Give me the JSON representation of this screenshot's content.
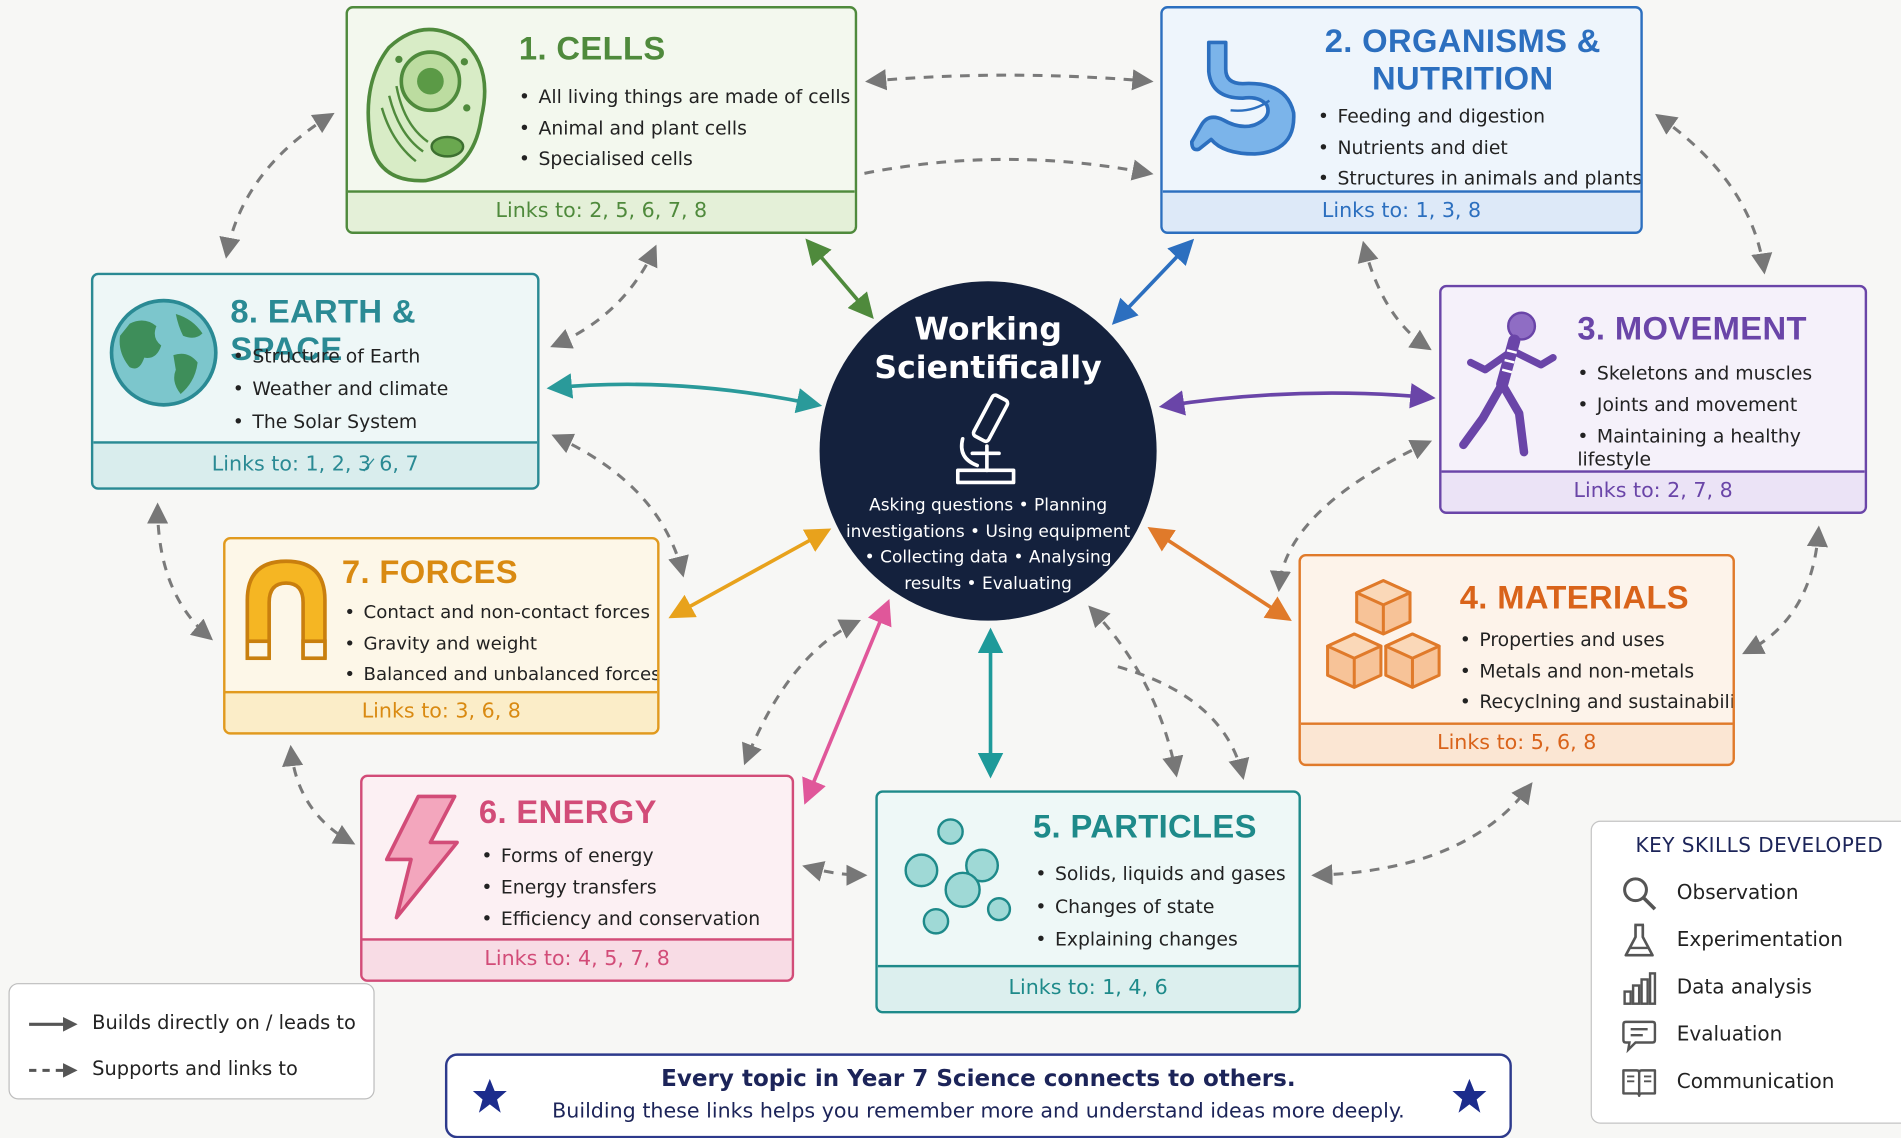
{
  "hub": {
    "title": "Working\nScientifically",
    "description": "Asking questions • Planning investigations • Using equipment • Collecting data • Analysing results • Evaluating",
    "icon": "microscope-icon"
  },
  "topics": [
    {
      "id": "cells",
      "title": "1. CELLS",
      "icon": "cell-icon",
      "color": "#4f8a3c",
      "bg": "#f3f8ee",
      "points": [
        "All living things are made of cells",
        "Animal and plant cells",
        "Specialised cells"
      ],
      "links": "Links to: 2, 5, 6, 7, 8"
    },
    {
      "id": "organisms",
      "title": "2. ORGANISMS &\nNUTRITION",
      "icon": "stomach-icon",
      "color": "#2c6fbf",
      "bg": "#eef5fc",
      "points": [
        "Feeding and digestion",
        "Nutrients and diet",
        "Structures in animals and plants"
      ],
      "links": "Links to: 1, 3, 8"
    },
    {
      "id": "movement",
      "title": "3. MOVEMENT",
      "icon": "skeleton-runner-icon",
      "color": "#6a45a8",
      "bg": "#f5f1fa",
      "points": [
        "Skeletons and muscles",
        "Joints and movement",
        "Maintaining a healthy lifestyle"
      ],
      "links": "Links to: 2, 7, 8"
    },
    {
      "id": "materials",
      "title": "4. MATERIALS",
      "icon": "cubes-icon",
      "color": "#e07a2a",
      "bg": "#fdf3ea",
      "points": [
        "Properties and uses",
        "Metals and non-metals",
        "Recyclning and sustainability"
      ],
      "links": "Links to: 5, 6, 8"
    },
    {
      "id": "particles",
      "title": "5. PARTICLES",
      "icon": "particles-icon",
      "color": "#1e8a8a",
      "bg": "#eef8f7",
      "points": [
        "Solids, liquids and gases",
        "Changes of state",
        "Explaining changes"
      ],
      "links": "Links to: 1, 4, 6"
    },
    {
      "id": "energy",
      "title": "6. ENERGY",
      "icon": "lightning-icon",
      "color": "#d24c78",
      "bg": "#fcf0f3",
      "points": [
        "Forms of energy",
        "Energy transfers",
        "Efficiency and conservation"
      ],
      "links": "Links to: 4, 5, 7, 8"
    },
    {
      "id": "forces",
      "title": "7. FORCES",
      "icon": "magnet-icon",
      "color": "#e19a1e",
      "bg": "#fdf7e8",
      "points": [
        "Contact and non-contact forces",
        "Gravity and weight",
        "Balanced and unbalanced forces"
      ],
      "links": "Links to: 3, 6, 8"
    },
    {
      "id": "earth",
      "title": "8. EARTH & SPACE",
      "icon": "globe-icon",
      "color": "#2a8a94",
      "bg": "#eef7f7",
      "points": [
        "Structure of Earth",
        "Weather and climate",
        "The Solar System"
      ],
      "links": "Links to: 1, 2, 3 ̷ 6, 7"
    }
  ],
  "legend": {
    "solid_label": "Builds directly on / leads to",
    "dashed_label": "Supports and links to"
  },
  "banner": {
    "line1": "Every topic in Year 7 Science connects to others.",
    "line2": "Building these links helps you remember more and understand ideas more deeply.",
    "icon": "star-icon"
  },
  "skills": {
    "title": "KEY SKILLS DEVELOPED",
    "items": [
      {
        "label": "Observation",
        "icon": "magnifier-icon"
      },
      {
        "label": "Experimentation",
        "icon": "flask-icon"
      },
      {
        "label": "Data analysis",
        "icon": "bar-chart-icon"
      },
      {
        "label": "Evaluation",
        "icon": "speech-bubble-icon"
      },
      {
        "label": "Communication",
        "icon": "book-icon"
      }
    ]
  }
}
